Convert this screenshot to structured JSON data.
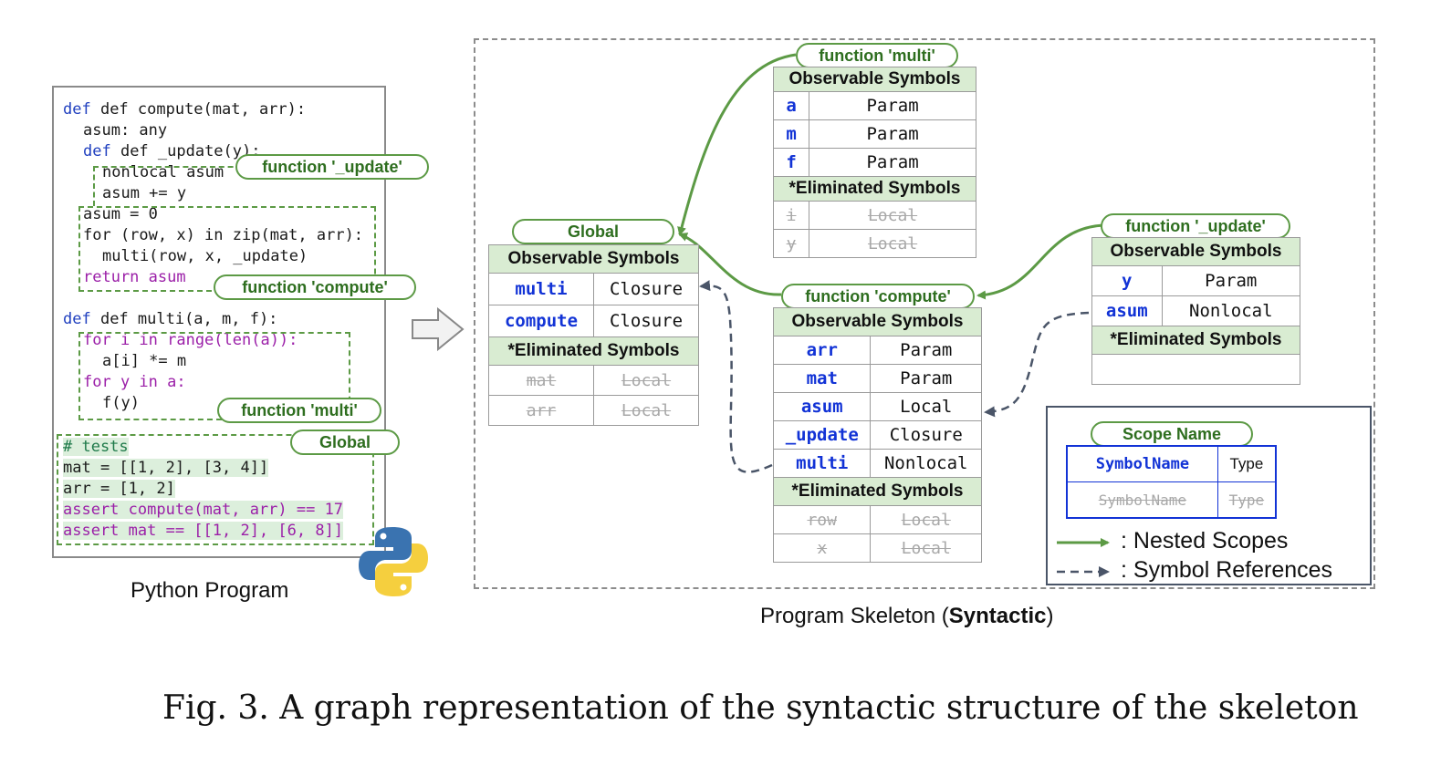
{
  "code": {
    "lines": [
      "def compute(mat, arr):",
      "asum: any",
      "def _update(y):",
      "nonlocal asum",
      "asum += y",
      "asum = 0",
      "for (row, x) in zip(mat, arr):",
      "multi(row, x, _update)",
      "return asum",
      "def multi(a, m, f):",
      "for i in range(len(a)):",
      "a[i] *= m",
      "for y in a:",
      "f(y)",
      "# tests",
      "mat = [[1, 2], [3, 4]]",
      "arr = [1, 2]",
      "assert compute(mat, arr) == 17",
      "assert mat == [[1, 2], [6, 8]]"
    ],
    "scope_labels": {
      "update": "function '_update'",
      "compute": "function 'compute'",
      "multi": "function 'multi'",
      "global": "Global"
    },
    "caption": "Python Program"
  },
  "skeleton": {
    "caption_prefix": "Program Skeleton (",
    "caption_bold": "Syntactic",
    "caption_suffix": ")",
    "observable_header": "Observable Symbols",
    "eliminated_header": "*Eliminated Symbols",
    "global": {
      "title": "Global",
      "observable": [
        [
          "multi",
          "Closure"
        ],
        [
          "compute",
          "Closure"
        ]
      ],
      "eliminated": [
        [
          "mat",
          "Local"
        ],
        [
          "arr",
          "Local"
        ]
      ]
    },
    "multi": {
      "title": "function 'multi'",
      "observable": [
        [
          "a",
          "Param"
        ],
        [
          "m",
          "Param"
        ],
        [
          "f",
          "Param"
        ]
      ],
      "eliminated": [
        [
          "i",
          "Local"
        ],
        [
          "y",
          "Local"
        ]
      ]
    },
    "compute": {
      "title": "function 'compute'",
      "observable": [
        [
          "arr",
          "Param"
        ],
        [
          "mat",
          "Param"
        ],
        [
          "asum",
          "Local"
        ],
        [
          "_update",
          "Closure"
        ],
        [
          "multi",
          "Nonlocal"
        ]
      ],
      "eliminated": [
        [
          "row",
          "Local"
        ],
        [
          "x",
          "Local"
        ]
      ]
    },
    "update": {
      "title": "function '_update'",
      "observable": [
        [
          "y",
          "Param"
        ],
        [
          "asum",
          "Nonlocal"
        ]
      ],
      "eliminated": []
    }
  },
  "legend": {
    "scope_name": "Scope Name",
    "symbol_name": "SymbolName",
    "type": "Type",
    "nested": ": Nested Scopes",
    "references": ": Symbol References"
  },
  "figure_caption": "Fig. 3.  A graph representation of the syntactic structure of the skeleton",
  "colors": {
    "green": "#5c9a45",
    "header_green": "#d9ecd2",
    "symbol_blue": "#1233d6",
    "dash_gray": "#4a5568"
  }
}
